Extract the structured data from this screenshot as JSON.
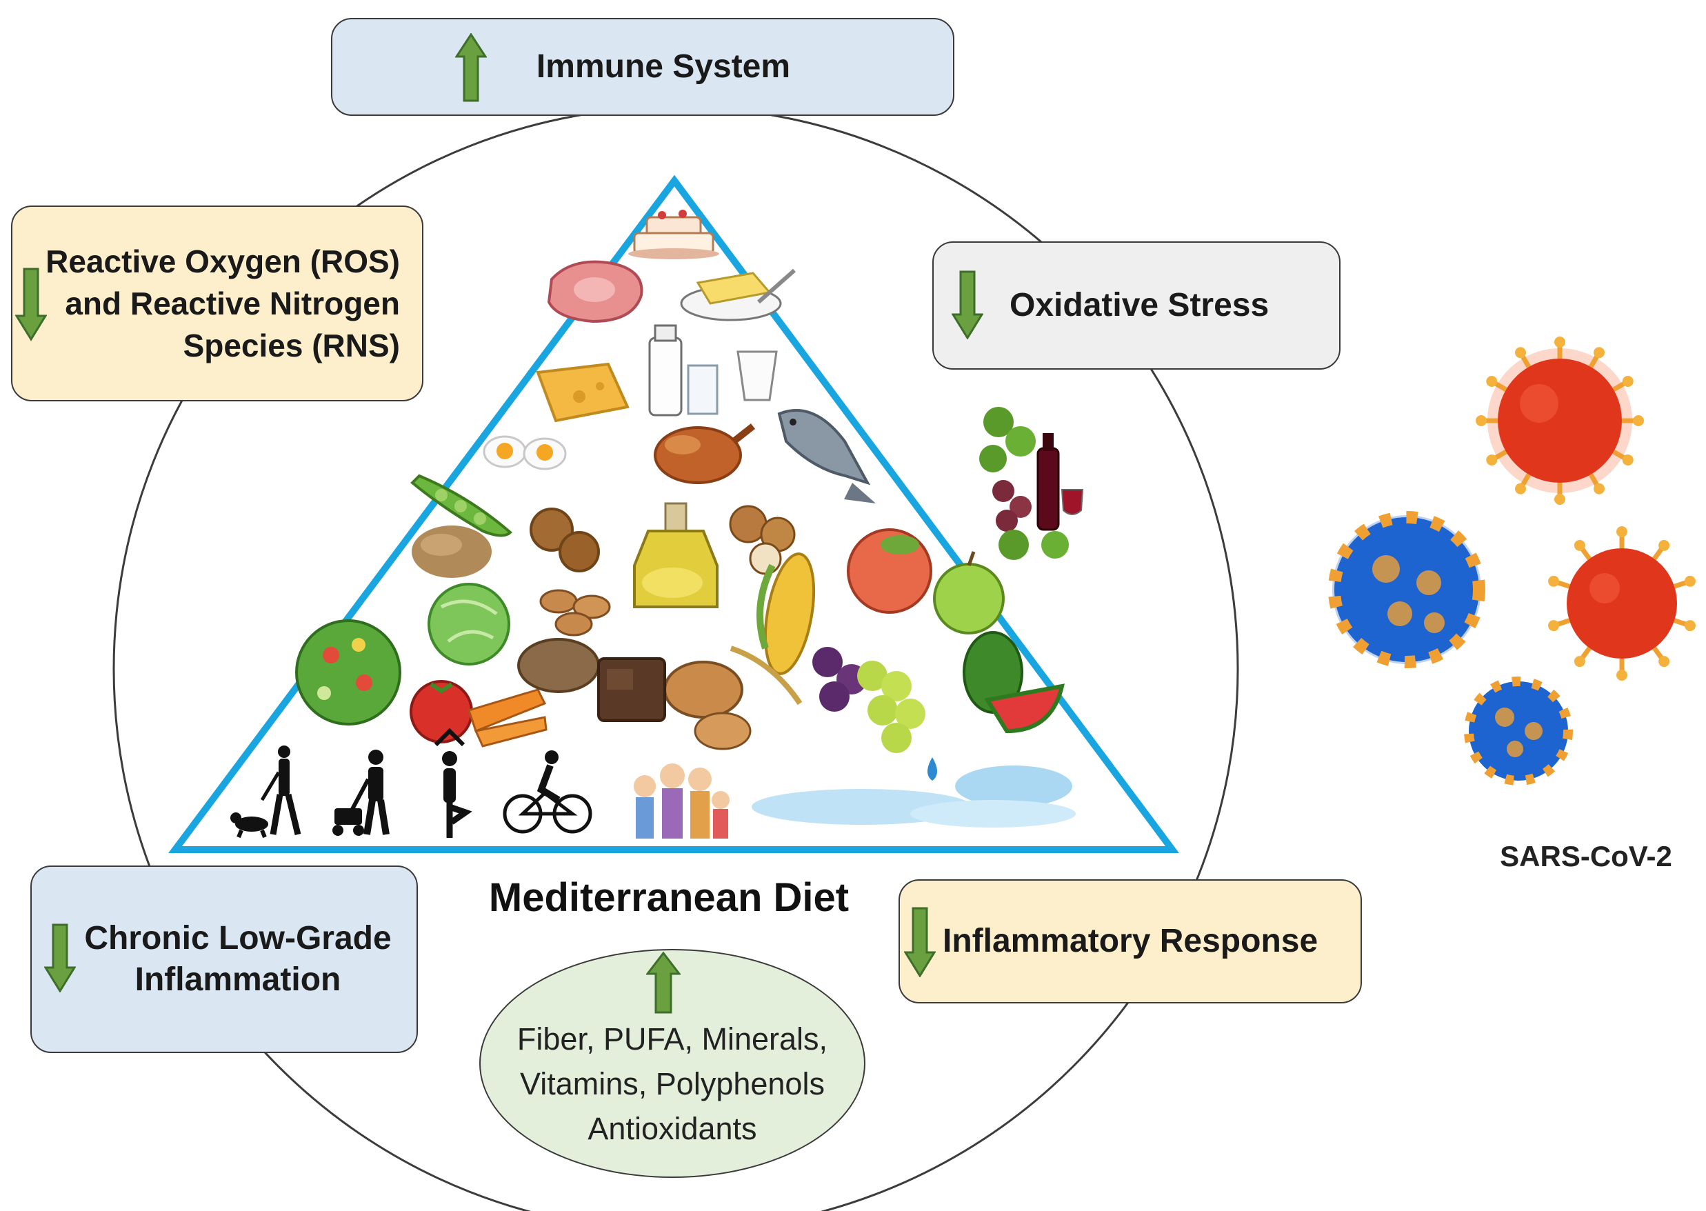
{
  "title": "Mediterranean Diet",
  "virus_label": "SARS-CoV-2",
  "effects": {
    "immune": {
      "text": "Immune System",
      "direction": "up"
    },
    "ros": {
      "lines": [
        "Reactive Oxygen (ROS)",
        "and Reactive Nitrogen",
        "Species (RNS)"
      ],
      "direction": "down"
    },
    "oxidative": {
      "text": "Oxidative Stress",
      "direction": "down"
    },
    "chronic": {
      "lines": [
        "Chronic Low-Grade",
        "Inflammation"
      ],
      "direction": "down"
    },
    "inflammatory": {
      "text": "Inflammatory Response",
      "direction": "down"
    },
    "nutrients": {
      "lines": [
        "Fiber, PUFA, Minerals,",
        "Vitamins, Polyphenols",
        "Antioxidants"
      ],
      "direction": "up"
    }
  },
  "icons": [
    "up-arrow-icon",
    "down-arrow-icon",
    "food-pyramid-icon",
    "cake-icon",
    "meat-icon",
    "butter-icon",
    "milk-icon",
    "cheese-icon",
    "egg-icon",
    "chicken-icon",
    "fish-icon",
    "wine-grapes-icon",
    "pea-pod-icon",
    "grain-icon",
    "walnut-icon",
    "olive-oil-icon",
    "hazelnut-icon",
    "peach-icon",
    "apple-icon",
    "cabbage-icon",
    "almond-icon",
    "corn-icon",
    "salad-icon",
    "tomato-icon",
    "carrot-icon",
    "bread-icon",
    "chocolate-icon",
    "grapes-icon",
    "watermelon-icon",
    "walking-dog-icon",
    "mowing-icon",
    "yoga-icon",
    "cyclist-icon",
    "family-icon",
    "water-icon",
    "virus-icon"
  ],
  "colors": {
    "pyramid_border": "#19a6e0",
    "arrow_green": "#6aa040",
    "arrow_outline": "#3d6e2a",
    "box_blue": "#dae7f3",
    "box_yellow": "#fdefcc",
    "box_gray": "#efefef",
    "oval_green": "#e3efda",
    "virus_red": "#e0361c",
    "virus_blue": "#1e64d0",
    "spike_orange": "#f0a032"
  }
}
